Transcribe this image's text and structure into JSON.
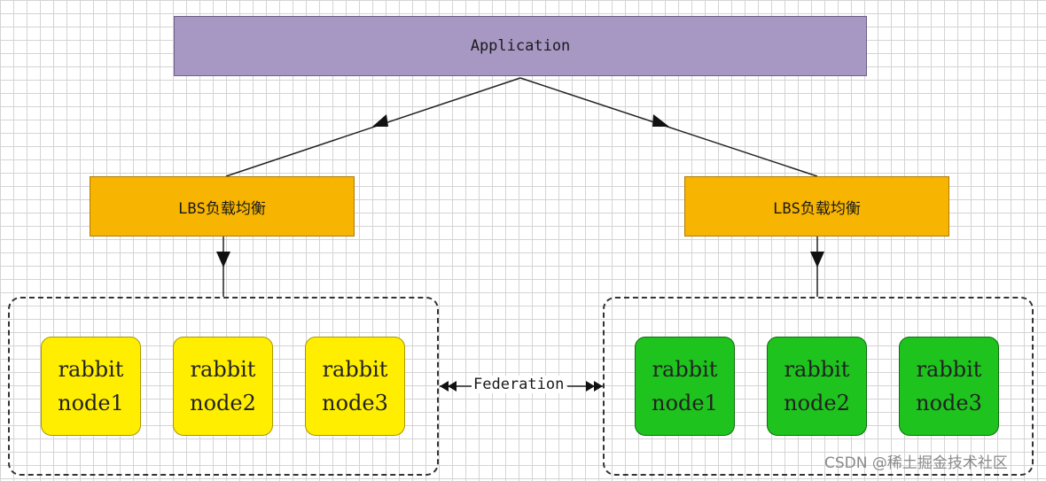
{
  "application": {
    "label": "Application"
  },
  "load_balancers": [
    {
      "label": "LBS负载均衡"
    },
    {
      "label": "LBS负载均衡"
    }
  ],
  "clusters": [
    {
      "color": "#ffee00",
      "nodes": [
        {
          "line1": "rabbit",
          "line2": "node1"
        },
        {
          "line1": "rabbit",
          "line2": "node2"
        },
        {
          "line1": "rabbit",
          "line2": "node3"
        }
      ]
    },
    {
      "color": "#1ec31e",
      "nodes": [
        {
          "line1": "rabbit",
          "line2": "node1"
        },
        {
          "line1": "rabbit",
          "line2": "node2"
        },
        {
          "line1": "rabbit",
          "line2": "node3"
        }
      ]
    }
  ],
  "federation": {
    "label": "Federation"
  },
  "watermark": {
    "text": "CSDN @稀土掘金技术社区"
  }
}
